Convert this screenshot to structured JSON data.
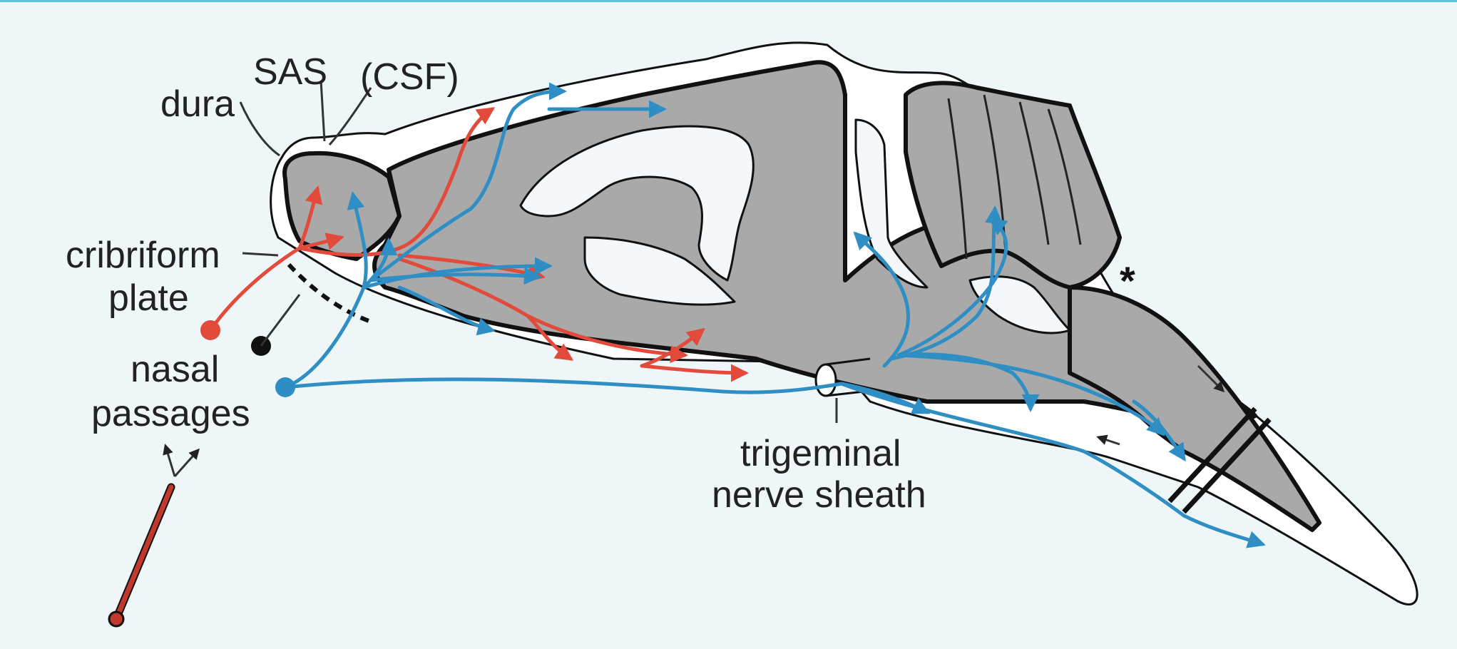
{
  "labels": {
    "dura": "dura",
    "sas": "SAS",
    "csf": "(CSF)",
    "cribriform_1": "cribriform",
    "cribriform_2": "plate",
    "nasal_1": "nasal",
    "nasal_2": "passages",
    "trigeminal_1": "trigeminal",
    "trigeminal_2": "nerve sheath",
    "asterisk": "*"
  },
  "colors": {
    "background": "#eef6f8",
    "frame_border": "#56c7d6",
    "brain_tissue": "#a9a9a9",
    "red_pathway": "#e24a3b",
    "blue_pathway": "#2f8fc4",
    "pipette": "#c0392b"
  }
}
